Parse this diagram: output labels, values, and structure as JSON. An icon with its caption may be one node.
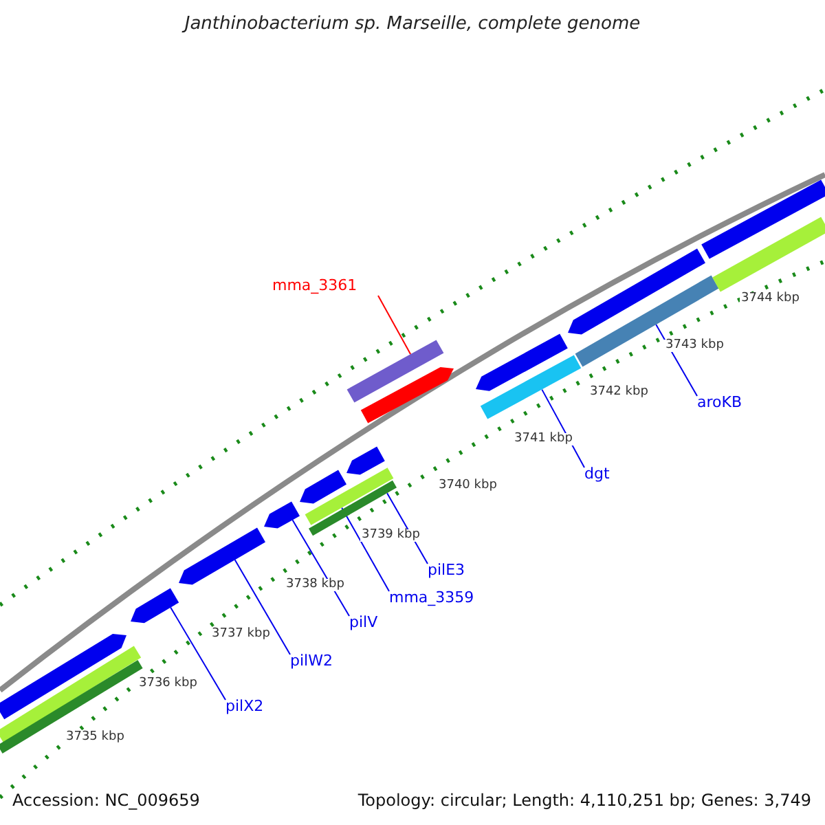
{
  "diagram": {
    "title": "Janthinobacterium sp. Marseille, complete genome",
    "nodes": [
      {
        "text": [
          "mma_3361"
        ]
      },
      {
        "text": [],
        "shape": "bar"
      },
      {
        "text": [
          "dgt"
        ]
      },
      {
        "text": [],
        "shape": "bar"
      },
      {
        "text": [
          "aroKB"
        ]
      },
      {
        "text": [],
        "shape": "bar"
      },
      {
        "text": [
          "pilE3"
        ]
      },
      {
        "text": [],
        "shape": "bar"
      },
      {
        "text": [
          "mma_3359"
        ]
      },
      {
        "text": [],
        "shape": "bar"
      },
      {
        "text": [
          "pilV"
        ]
      },
      {
        "text": [],
        "shape": "bar"
      },
      {
        "text": [
          "pilW2"
        ]
      },
      {
        "text": [],
        "shape": "bar"
      },
      {
        "text": [
          "pilX2"
        ]
      },
      {
        "text": [],
        "shape": "bar"
      },
      {
        "text": [],
        "shape": "bar"
      },
      {
        "text": [],
        "shape": "bar"
      },
      {
        "text": [],
        "shape": "bar"
      },
      {
        "text": [],
        "shape": "bar"
      },
      {
        "text": [],
        "shape": "bar"
      },
      {
        "text": [],
        "shape": "bar"
      },
      {
        "text": [],
        "shape": "bar"
      },
      {
        "text": [],
        "shape": "bar"
      },
      {
        "text": [],
        "shape": "bar"
      },
      {
        "text": [],
        "shape": "bar"
      }
    ],
    "edges": [
      {
        "from": 0,
        "to": 1,
        "arrow": "none",
        "color": "#ff0000"
      },
      {
        "from": 2,
        "to": 3,
        "arrow": "none"
      },
      {
        "from": 4,
        "to": 5,
        "arrow": "none"
      },
      {
        "from": 6,
        "to": 7,
        "arrow": "none"
      },
      {
        "from": 8,
        "to": 9,
        "arrow": "none"
      },
      {
        "from": 10,
        "to": 11,
        "arrow": "none"
      },
      {
        "from": 12,
        "to": 13,
        "arrow": "none"
      },
      {
        "from": 14,
        "to": 15,
        "arrow": "none"
      }
    ],
    "labels": [
      "3744 kbp",
      "3743 kbp",
      "3742 kbp",
      "3741 kbp",
      "3740 kbp",
      "3739 kbp",
      "3738 kbp",
      "3737 kbp",
      "3736 kbp",
      "3735 kbp",
      "Accession: NC_009659",
      "Topology: circular; Length: 4,110,251 bp; Genes: 3,749"
    ]
  }
}
